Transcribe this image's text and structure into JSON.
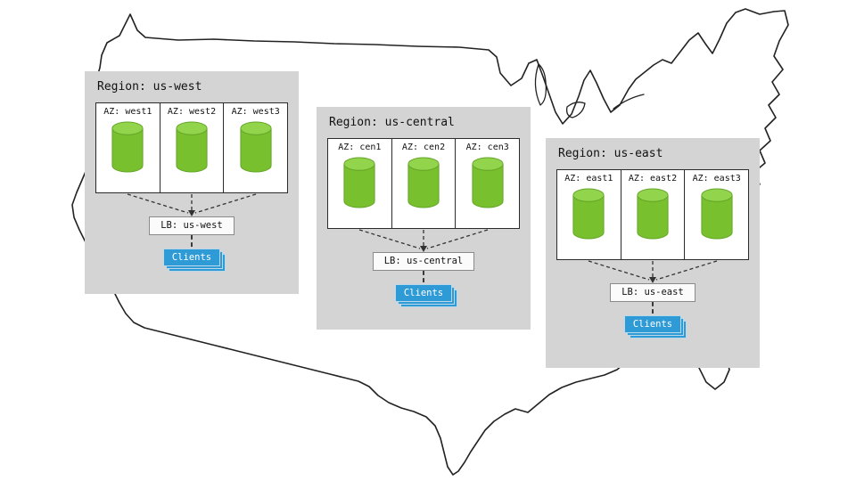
{
  "regions": [
    {
      "title": "Region: us-west",
      "azs": [
        "AZ: west1",
        "AZ: west2",
        "AZ: west3"
      ],
      "lb_label": "LB: us-west",
      "clients_label": "Clients"
    },
    {
      "title": "Region: us-central",
      "azs": [
        "AZ: cen1",
        "AZ: cen2",
        "AZ: cen3"
      ],
      "lb_label": "LB: us-central",
      "clients_label": "Clients"
    },
    {
      "title": "Region: us-east",
      "azs": [
        "AZ: east1",
        "AZ: east2",
        "AZ: east3"
      ],
      "lb_label": "LB: us-east",
      "clients_label": "Clients"
    }
  ],
  "colors": {
    "region_bg": "#d4d4d4",
    "az_bg": "#ffffff",
    "cylinder_green": "#79c02f",
    "cylinder_top_green": "#93d44d",
    "clients_blue": "#2e9ad6",
    "map_outline": "#222222"
  },
  "icons": {
    "database": "database-cylinder-icon",
    "map": "us-map-outline"
  }
}
